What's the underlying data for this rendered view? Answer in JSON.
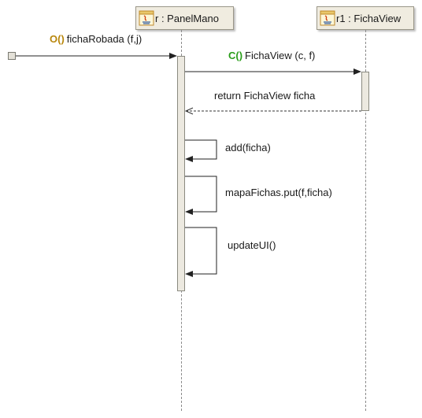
{
  "lifelines": [
    {
      "id": "panel",
      "label": "r : PanelMano",
      "icon": "java-class-icon"
    },
    {
      "id": "ficha",
      "label": "r1 : FichaView",
      "icon": "java-class-icon"
    }
  ],
  "messages": [
    {
      "kind": "O()",
      "text": "fichaRobada (f,j)"
    },
    {
      "kind": "C()",
      "text": "FichaView (c, f)"
    },
    {
      "kind": "",
      "text": "return FichaView ficha"
    },
    {
      "kind": "",
      "text": "add(ficha)"
    },
    {
      "kind": "",
      "text": "mapaFichas.put(f,ficha)"
    },
    {
      "kind": "",
      "text": "updateUI()"
    }
  ],
  "colors": {
    "operation_kind": "#b8860b",
    "constructor_kind": "#2a9d1a",
    "lifeline_header": "#f0ece0"
  }
}
